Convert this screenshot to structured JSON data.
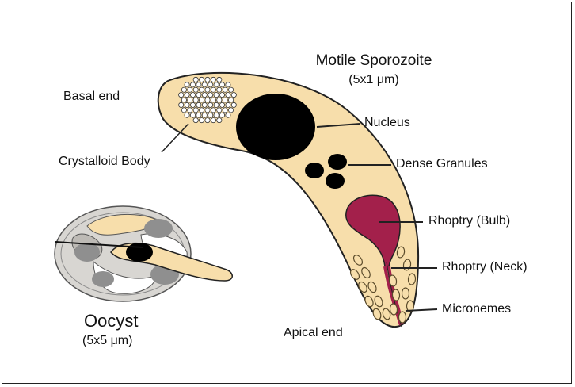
{
  "title": "Motile Sporozoite",
  "title_size": "(5x1 μm)",
  "labels": {
    "basal_end": "Basal end",
    "crystalloid_body": "Crystalloid Body",
    "nucleus": "Nucleus",
    "dense_granules": "Dense Granules",
    "rhoptry_bulb": "Rhoptry (Bulb)",
    "rhoptry_neck": "Rhoptry (Neck)",
    "micronemes": "Micronemes",
    "apical_end": "Apical end"
  },
  "oocyst": {
    "title": "Oocyst",
    "size": "(5x5 μm)"
  },
  "colors": {
    "cell_fill": "#f7deab",
    "outline": "#222222",
    "nucleus": "#000000",
    "rhoptry": "#a3204b",
    "oocyst_wall": "#d8d6d2",
    "oocyst_gray": "#8f8f8f"
  }
}
